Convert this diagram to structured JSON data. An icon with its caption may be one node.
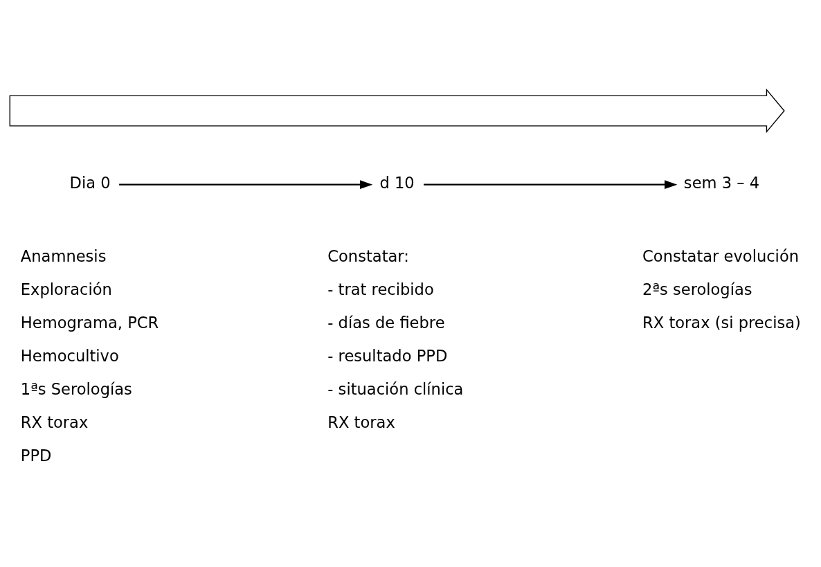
{
  "diagram": {
    "nodes": [
      {
        "text": [],
        "shape": "arrow"
      },
      {
        "text": [
          "Dia 0"
        ],
        "beside": [
          "Anamnesis",
          "Exploración",
          "Hemograma, PCR",
          "Hemocultivo",
          "1ªs Serologías",
          "RX torax",
          "PPD"
        ]
      },
      {
        "text": [
          "d 10"
        ],
        "beside": [
          "Constatar:",
          "- trat recibido",
          "- días de fiebre",
          "- resultado PPD",
          "- situación clínica",
          "RX torax"
        ]
      },
      {
        "text": [
          "sem 3 – 4"
        ],
        "beside": [
          "Constatar evolución",
          "2ªs serologías",
          "RX torax (si precisa)"
        ]
      }
    ],
    "edges": [
      {
        "from": 1,
        "to": 2,
        "arrow": "to"
      },
      {
        "from": 2,
        "to": 3,
        "arrow": "to"
      }
    ]
  }
}
